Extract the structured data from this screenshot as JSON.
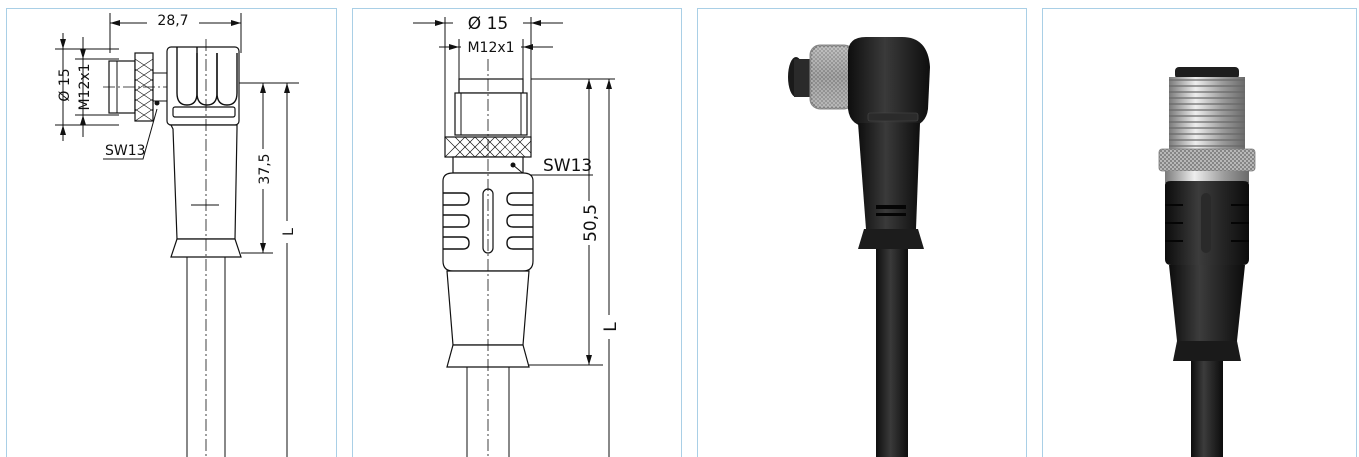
{
  "panels": {
    "angled_drawing": {
      "dims": {
        "width": "28,7",
        "diameter": "Ø 15",
        "thread": "M12x1",
        "wrench": "SW13",
        "height": "37,5",
        "length": "L"
      }
    },
    "straight_drawing": {
      "dims": {
        "diameter": "Ø 15",
        "thread": "M12x1",
        "wrench": "SW13",
        "height": "50,5",
        "length": "L"
      }
    }
  },
  "colors": {
    "panel_border": "#a9cfe6",
    "line": "#111111",
    "connector_body": "#1c1c1c",
    "metal_nut": "#b8b8b8"
  }
}
